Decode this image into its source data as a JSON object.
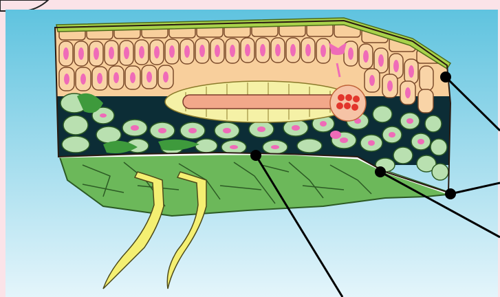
{
  "diagram": {
    "type": "leaf cross-section (labels not shown)",
    "colors": {
      "frame_background": "#fbe3e8",
      "sky_top": "#5fc3df",
      "sky_bottom": "#e4f5fb",
      "cuticle": "#a8d24a",
      "epidermis_cell": "#f8cf9c",
      "palisade_cell": "#f9d4a7",
      "chloroplast": "#ef6bb8",
      "vein_sheath": "#f5f1a6",
      "vein_core": "#f2a88a",
      "phloem": "#e2362c",
      "spongy_cell": "#b9e0b0",
      "air_space": "#0c2d36",
      "lower_epidermis": "#6cb85a",
      "root_hair": "#f4ef72",
      "label_line": "#000000"
    },
    "pointer_count": 4,
    "pointers": [
      {
        "target": "upper-epidermis-cuticle"
      },
      {
        "target": "lower-epidermis-edge"
      },
      {
        "target": "spongy-mesophyll-boundary"
      },
      {
        "target": "air-space"
      }
    ]
  }
}
